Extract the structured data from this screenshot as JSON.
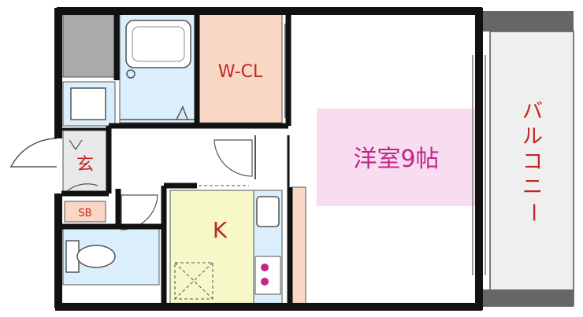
{
  "rooms": {
    "wcl": "W-CL",
    "western_room": "洋室9帖",
    "kitchen": "K",
    "entrance": "玄",
    "shoe_box": "SB"
  },
  "balcony": {
    "label": "バルコニー",
    "chars": [
      "バ",
      "ル",
      "コ",
      "ニ",
      "ー"
    ]
  },
  "colors": {
    "wall": "#111111",
    "wcl_fill": "#f8d8c4",
    "western_label_fill": "#f8dcef",
    "western_label_text": "#c2268a",
    "kitchen_fill": "#f6f8c8",
    "bath_fill": "#daeefb",
    "toilet_fill": "#daeefb",
    "balcony_fill": "#efefef",
    "entrance_fill": "#e8e8e8",
    "shoebox_fill": "#f8d8c4",
    "kitchen_counter_fill": "#f8d8c4",
    "label_red": "#c2261e"
  }
}
